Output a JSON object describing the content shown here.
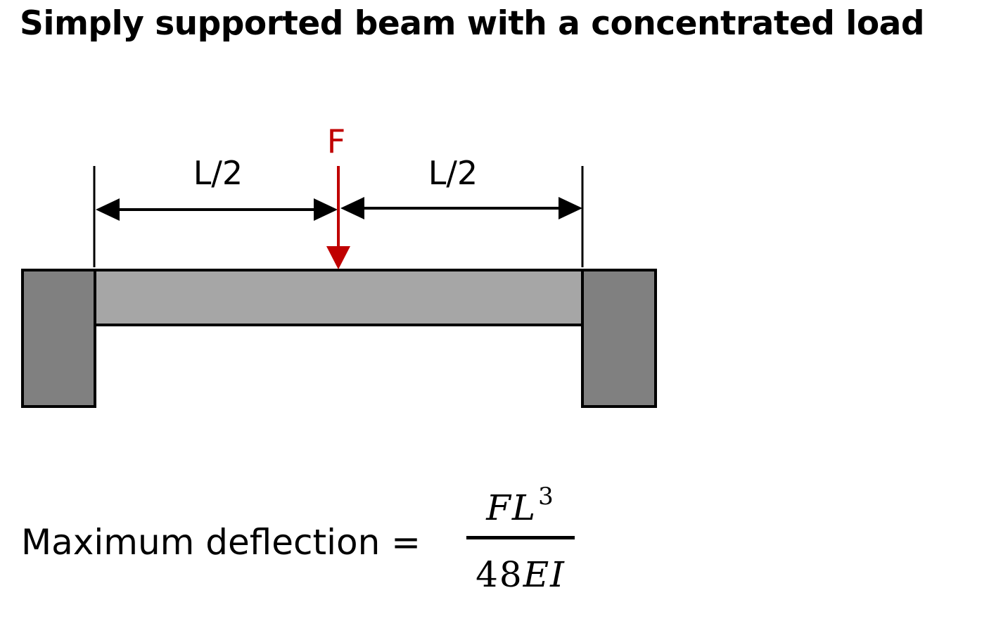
{
  "title": "Simply supported beam with a concentrated load",
  "diagram": {
    "force_label": "F",
    "left_span_label": "L/2",
    "right_span_label": "L/2",
    "colors": {
      "beam_fill": "#a6a6a6",
      "support_fill": "#808080",
      "outline": "#000000",
      "force": "#c00000"
    }
  },
  "formula": {
    "label": "Maximum deflection =",
    "numerator_base": "FL",
    "numerator_exponent": "3",
    "denominator_number": "48",
    "denominator_symbols": "EI"
  }
}
